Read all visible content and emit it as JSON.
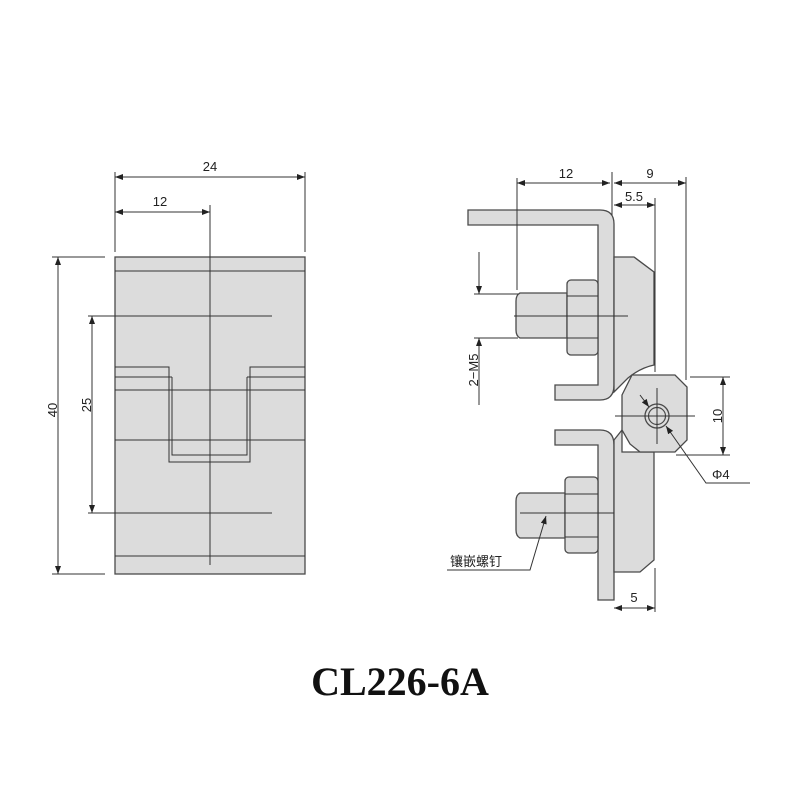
{
  "title": "CL226-6A",
  "front_view": {
    "dims": {
      "width": "24",
      "half_width": "12",
      "height": "40",
      "hole_pitch": "25"
    }
  },
  "side_view": {
    "dims": {
      "bolt_offset": "12",
      "overall_depth": "9",
      "pin_offset": "5.5",
      "knuckle_height": "10",
      "plate_thickness": "5"
    },
    "labels": {
      "thread": "2−M5",
      "pin_diameter": "Φ4",
      "insert_screw": "镶嵌螺钉"
    }
  }
}
